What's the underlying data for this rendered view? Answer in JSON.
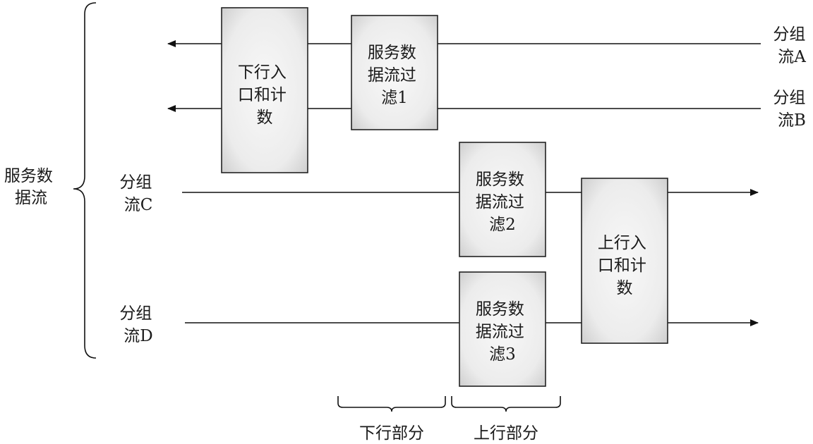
{
  "left_label": [
    "服务数",
    "据流"
  ],
  "flows": {
    "a": [
      "分组",
      "流A"
    ],
    "b": [
      "分组",
      "流B"
    ],
    "c": [
      "分组",
      "流C"
    ],
    "d": [
      "分组",
      "流D"
    ]
  },
  "boxes": {
    "down_ingress": [
      "下行入",
      "口和计",
      "数"
    ],
    "filter1": [
      "服务数",
      "据流过",
      "滤1"
    ],
    "filter2": [
      "服务数",
      "据流过",
      "滤2"
    ],
    "filter3": [
      "服务数",
      "据流过",
      "滤3"
    ],
    "up_ingress": [
      "上行入",
      "口和计",
      "数"
    ]
  },
  "bottom_labels": {
    "down": "下行部分",
    "up": "上行部分"
  },
  "colors": {
    "box_fill_center": "#f7f7f7",
    "box_fill_edge": "#d4d4d4",
    "box_border": "#222222",
    "line": "#111111"
  }
}
